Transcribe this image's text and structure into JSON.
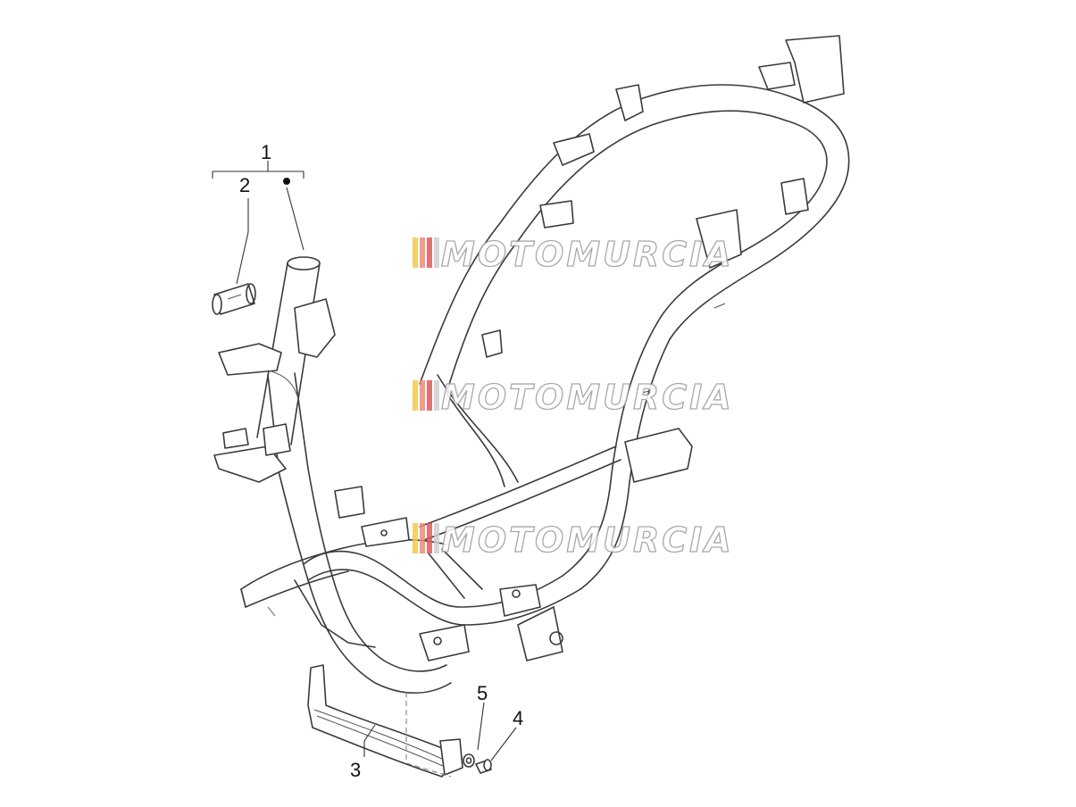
{
  "callouts": [
    {
      "id": "1",
      "label": "1"
    },
    {
      "id": "2",
      "label": "2"
    },
    {
      "id": "3",
      "label": "3"
    },
    {
      "id": "4",
      "label": "4"
    },
    {
      "id": "5",
      "label": "5"
    }
  ],
  "watermark": {
    "text": "MOTOMURCIA",
    "stripe_colors": [
      "#f2c94c",
      "#f08a7a",
      "#e05a5a",
      "#cfcfcf"
    ]
  },
  "colors": {
    "line": "#3a3a3a",
    "background": "#ffffff"
  }
}
